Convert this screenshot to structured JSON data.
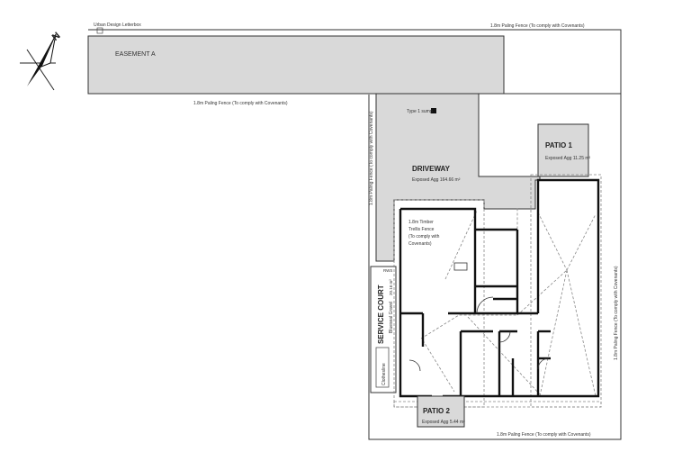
{
  "labels": {
    "letterbox": "Urban Design Letterbox",
    "fence_top": "1.8m Paling Fence (To comply with Covenants)",
    "easement": "EASEMENT A",
    "fence_easement": "1.8m Paling Fence (To comply with Covenants)",
    "fence_driveway_vertical": "1.8m Paling Fence (To comply with Covenants)",
    "sump": "Type 1 sump",
    "driveway": "DRIVEWAY",
    "driveway_area": "Exposed Agg 164.66 m²",
    "patio1": "PATIO 1",
    "patio1_area": "Exposed Agg 11.25 m²",
    "trellis": [
      "1.8m Timber",
      "Trellis Fence",
      "(To comply with",
      "Covenants)"
    ],
    "service_court": "SERVICE COURT",
    "service_court_sub": "Blueseal Gravel",
    "clothesline": "Clothesline",
    "rws": "RWS",
    "court_area": "20.16 m²",
    "fence_right": "1.8m Paling Fence (To comply with Covenants)",
    "patio2": "PATIO 2",
    "patio2_area": "Exposed Agg 5.44 m²",
    "fence_bottom": "1.8m Paling Fence (To comply with Covenants)",
    "north_letter": "N"
  },
  "colors": {
    "paving": "#d9d9d9",
    "lines": "#222222",
    "wall": "#111111",
    "dashed": "#888888"
  }
}
